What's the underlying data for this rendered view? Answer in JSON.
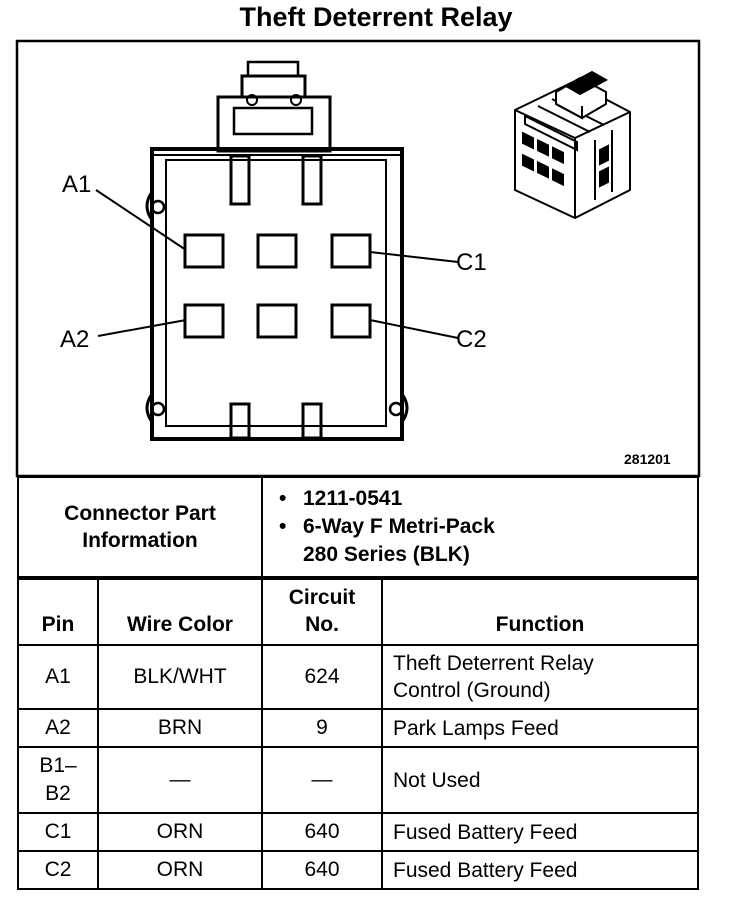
{
  "title": "Theft Deterrent Relay",
  "figure_number": "281201",
  "callouts": {
    "a1": "A1",
    "a2": "A2",
    "c1": "C1",
    "c2": "C2"
  },
  "connector_info": {
    "label_line1": "Connector Part",
    "label_line2": "Information",
    "part_number": "1211-0541",
    "description_line1": "6-Way F Metri-Pack",
    "description_line2": "280 Series (BLK)"
  },
  "table": {
    "headers": {
      "pin": "Pin",
      "wire_color": "Wire Color",
      "circuit_line1": "Circuit",
      "circuit_line2": "No.",
      "function": "Function"
    },
    "rows": [
      {
        "pin": "A1",
        "pin2": "",
        "wire": "BLK/WHT",
        "circuit": "624",
        "function": "Theft Deterrent Relay",
        "function2": "Control (Ground)"
      },
      {
        "pin": "A2",
        "pin2": "",
        "wire": "BRN",
        "circuit": "9",
        "function": "Park Lamps Feed",
        "function2": ""
      },
      {
        "pin": "B1–",
        "pin2": "B2",
        "wire": "—",
        "circuit": "—",
        "function": "Not Used",
        "function2": ""
      },
      {
        "pin": "C1",
        "pin2": "",
        "wire": "ORN",
        "circuit": "640",
        "function": "Fused Battery Feed",
        "function2": ""
      },
      {
        "pin": "C2",
        "pin2": "",
        "wire": "ORN",
        "circuit": "640",
        "function": "Fused Battery Feed",
        "function2": ""
      }
    ]
  }
}
